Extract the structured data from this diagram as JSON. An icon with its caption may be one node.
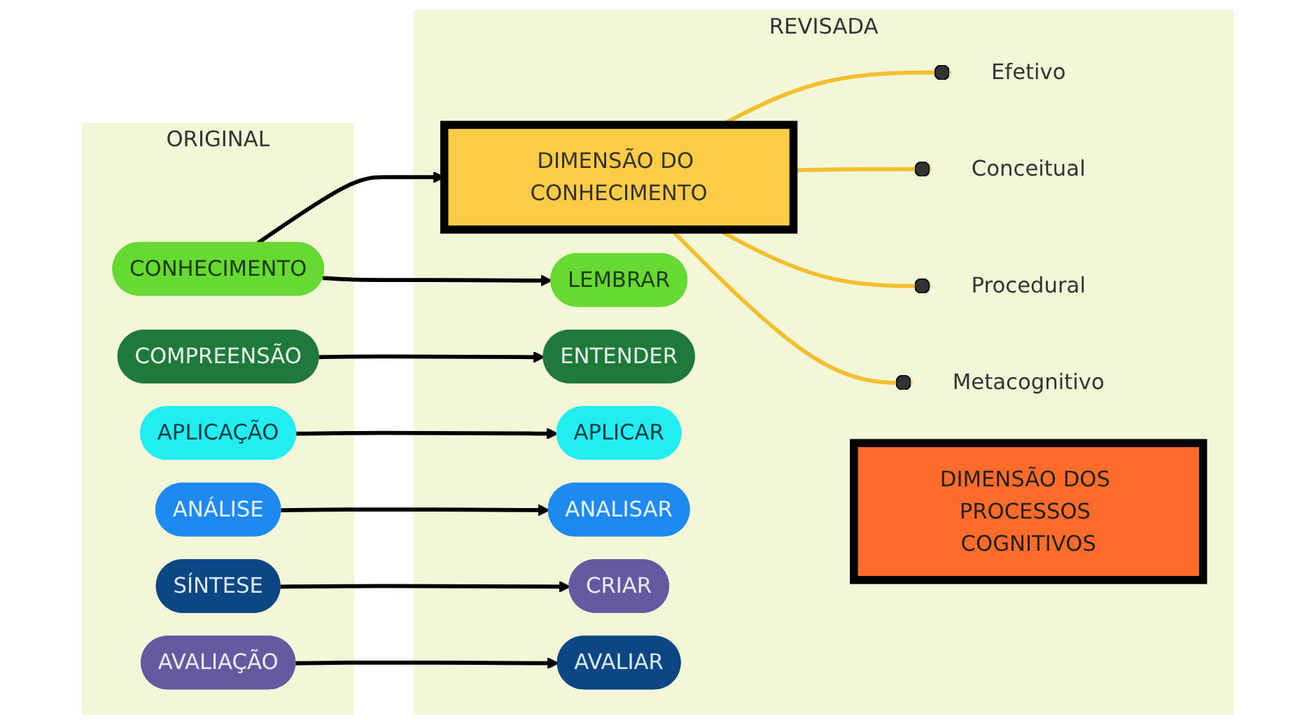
{
  "diagram": {
    "nodes": [
      {
        "text": [
          "ORIGINAL"
        ]
      },
      {
        "text": [
          "CONHECIMENTO"
        ],
        "in": 0
      },
      {
        "text": [
          "COMPREENSÃO"
        ],
        "in": 0
      },
      {
        "text": [
          "APLICAÇÃO"
        ],
        "in": 0
      },
      {
        "text": [
          "ANÁLISE"
        ],
        "in": 0
      },
      {
        "text": [
          "SÍNTESE"
        ],
        "in": 0
      },
      {
        "text": [
          "AVALIAÇÃO"
        ],
        "in": 0
      },
      {
        "text": [
          "REVISADA"
        ]
      },
      {
        "text": [
          "LEMBRAR"
        ],
        "in": 7
      },
      {
        "text": [
          "ENTENDER"
        ],
        "in": 7
      },
      {
        "text": [
          "APLICAR"
        ],
        "in": 7
      },
      {
        "text": [
          "ANALISAR"
        ],
        "in": 7
      },
      {
        "text": [
          "AVALIAR"
        ],
        "in": 7
      },
      {
        "text": [
          "CRIAR"
        ],
        "in": 7
      },
      {
        "text": [
          "DIMENSÃO DO CONHECIMENTO"
        ],
        "in": 7
      },
      {
        "text": [
          "Efetivo"
        ],
        "in": 7
      },
      {
        "text": [
          "Conceitual"
        ],
        "in": 7
      },
      {
        "text": [
          "Procedural"
        ],
        "in": 7
      },
      {
        "text": [
          "Metacognitivo"
        ],
        "in": 7
      },
      {
        "text": [
          "DIMENSÃO DOS PROCESSOS COGNITIVOS"
        ],
        "in": 7
      }
    ],
    "edges": [
      {
        "from": 1,
        "to": 14,
        "arrow": "to"
      },
      {
        "from": 1,
        "to": 8,
        "arrow": "to"
      },
      {
        "from": 2,
        "to": 9,
        "arrow": "to"
      },
      {
        "from": 3,
        "to": 10,
        "arrow": "to"
      },
      {
        "from": 4,
        "to": 11,
        "arrow": "to"
      },
      {
        "from": 5,
        "to": 13,
        "arrow": "to"
      },
      {
        "from": 6,
        "to": 12,
        "arrow": "to"
      },
      {
        "from": 14,
        "to": 15,
        "arrow": "other",
        "color": "#f2bf2e"
      },
      {
        "from": 14,
        "to": 16,
        "arrow": "other",
        "color": "#f2bf2e"
      },
      {
        "from": 14,
        "to": 17,
        "arrow": "other",
        "color": "#f2bf2e"
      },
      {
        "from": 14,
        "to": 18,
        "arrow": "other",
        "color": "#f2bf2e"
      }
    ]
  }
}
